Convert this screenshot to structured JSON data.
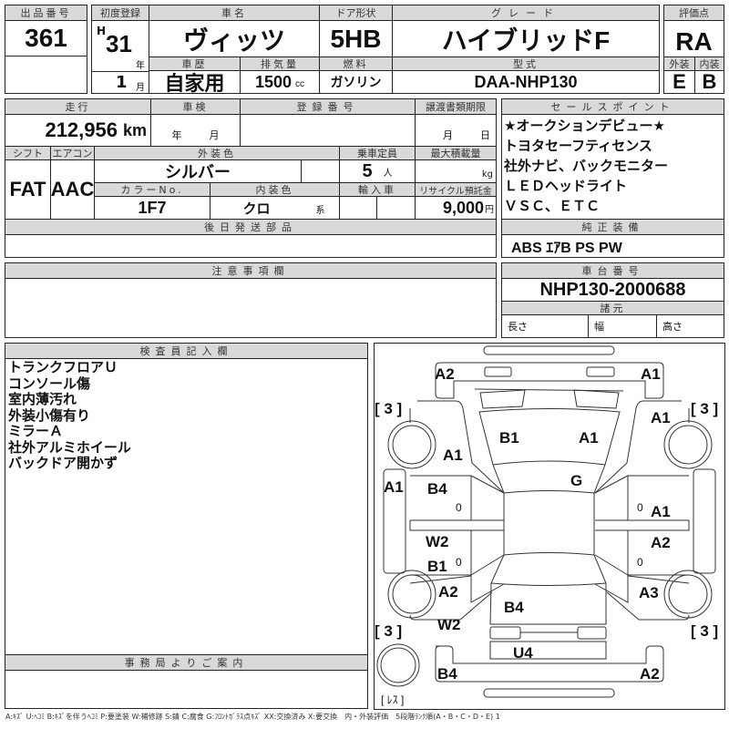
{
  "header": {
    "lot_label": "出品番号",
    "lot_value": "361",
    "first_reg_label": "初度登録",
    "era": "H",
    "year": "31",
    "year_unit": "年",
    "month": "1",
    "month_unit": "月",
    "car_name_label": "車名",
    "car_name": "ヴィッツ",
    "door_label": "ドア形状",
    "door": "5HB",
    "grade_label": "グレード",
    "grade": "ハイブリッドF",
    "history_label": "車歴",
    "history": "自家用",
    "displacement_label": "排気量",
    "displacement": "1500",
    "displacement_unit": "cc",
    "fuel_label": "燃料",
    "fuel": "ガソリン",
    "model_label": "型式",
    "model": "DAA-NHP130",
    "score_label": "評価点",
    "score": "RA",
    "exterior_label": "外装",
    "exterior": "E",
    "interior_label": "内装",
    "interior": "B"
  },
  "details": {
    "mileage_label": "走行",
    "mileage": "212,956",
    "mileage_unit": "km",
    "inspection_label": "車検",
    "inspection_year_unit": "年",
    "inspection_month_unit": "月",
    "reg_no_label": "登録番号",
    "transfer_label": "譲渡書類期限",
    "transfer_month_unit": "月",
    "transfer_day_unit": "日",
    "shift_label": "シフト",
    "shift": "FAT",
    "ac_label": "エアコン",
    "ac": "AAC",
    "ext_color_label": "外装色",
    "ext_color": "シルバー",
    "capacity_label": "乗車定員",
    "capacity": "5",
    "capacity_unit": "人",
    "max_load_label": "最大積載量",
    "max_load_unit": "kg",
    "color_no_label": "カラーNo.",
    "color_no": "1F7",
    "int_color_label": "内装色",
    "int_color": "クロ",
    "int_color_unit": "系",
    "import_label": "輸入車",
    "recycle_label": "リサイクル預託金",
    "recycle": "9,000",
    "recycle_unit": "円",
    "later_parts_label": "後日発送部品"
  },
  "sales_points": {
    "label": "セールスポイント",
    "items": [
      "★オークションデビュー★",
      "トヨタセーフティセンス",
      "社外ナビ、バックモニター",
      "ＬＥＤヘッドライト",
      "ＶＳＣ、ＥＴＣ"
    ]
  },
  "equipment": {
    "label": "純正装備",
    "value": "ABS ｴｱB PS PW"
  },
  "caution": {
    "label": "注意事項欄"
  },
  "chassis": {
    "label": "車台番号",
    "value": "NHP130-2000688",
    "spec_label": "諸元",
    "length": "長さ",
    "width": "幅",
    "height": "高さ"
  },
  "inspector": {
    "label": "検査員記入欄",
    "notes": [
      "トランクフロアＵ",
      "コンソール傷",
      "室内薄汚れ",
      "外装小傷有り",
      "ミラーＡ",
      "社外アルミホイール",
      "バックドア開かず"
    ]
  },
  "office": {
    "label": "事務局よりご案内"
  },
  "diagram": {
    "labels": [
      "A2",
      "A1",
      "[ 3 ]",
      "[ 3 ]",
      "A1",
      "B1",
      "A1",
      "A1",
      "G",
      "A1",
      "B4",
      "0",
      "0",
      "A1",
      "W2",
      "A2",
      "B1",
      "0",
      "0",
      "A2",
      "A3",
      "B4",
      "W2",
      "[ 3 ]",
      "[ 3 ]",
      "U4",
      "B4",
      "A2",
      "[ ﾚｽ ]"
    ]
  },
  "footer": "A:ｷｽﾞ U:ﾍｺﾐ B:ｷｽﾞを伴うﾍｺﾐ P:要塗装 W:補修跡 S:錆 C:腐食 G:ﾌﾛﾝﾄｶﾞﾗｽ点ｷｽﾞ XX:交換済み X:要交換　内・外装評価　5段階ﾗﾝｸ順(A・B・C・D・E) 1"
}
